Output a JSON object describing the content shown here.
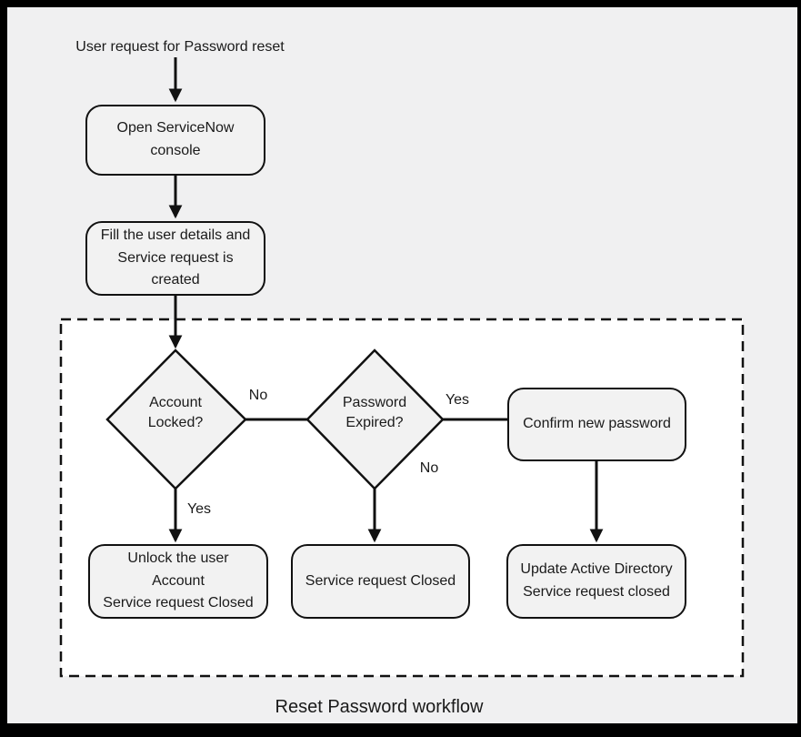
{
  "title": "User request for Password reset",
  "caption": "Reset Password workflow",
  "colors": {
    "background": "#f0f0f1",
    "inner_background": "#ffffff",
    "node_fill": "#f2f2f2",
    "stroke": "#111111",
    "text": "#1a1a1a"
  },
  "nodes": {
    "open_console": "Open ServiceNow\nconsole",
    "fill_details": "Fill the user details and\nService request is\ncreated",
    "account_locked": "Account\nLocked?",
    "password_expired": "Password\nExpired?",
    "confirm_password": "Confirm new password",
    "unlock_account": "Unlock the user\nAccount\nService request Closed",
    "service_closed": "Service request Closed",
    "update_ad": "Update Active Directory\nService request closed"
  },
  "edge_labels": {
    "locked_no": "No",
    "locked_yes": "Yes",
    "expired_yes": "Yes",
    "expired_no": "No"
  }
}
